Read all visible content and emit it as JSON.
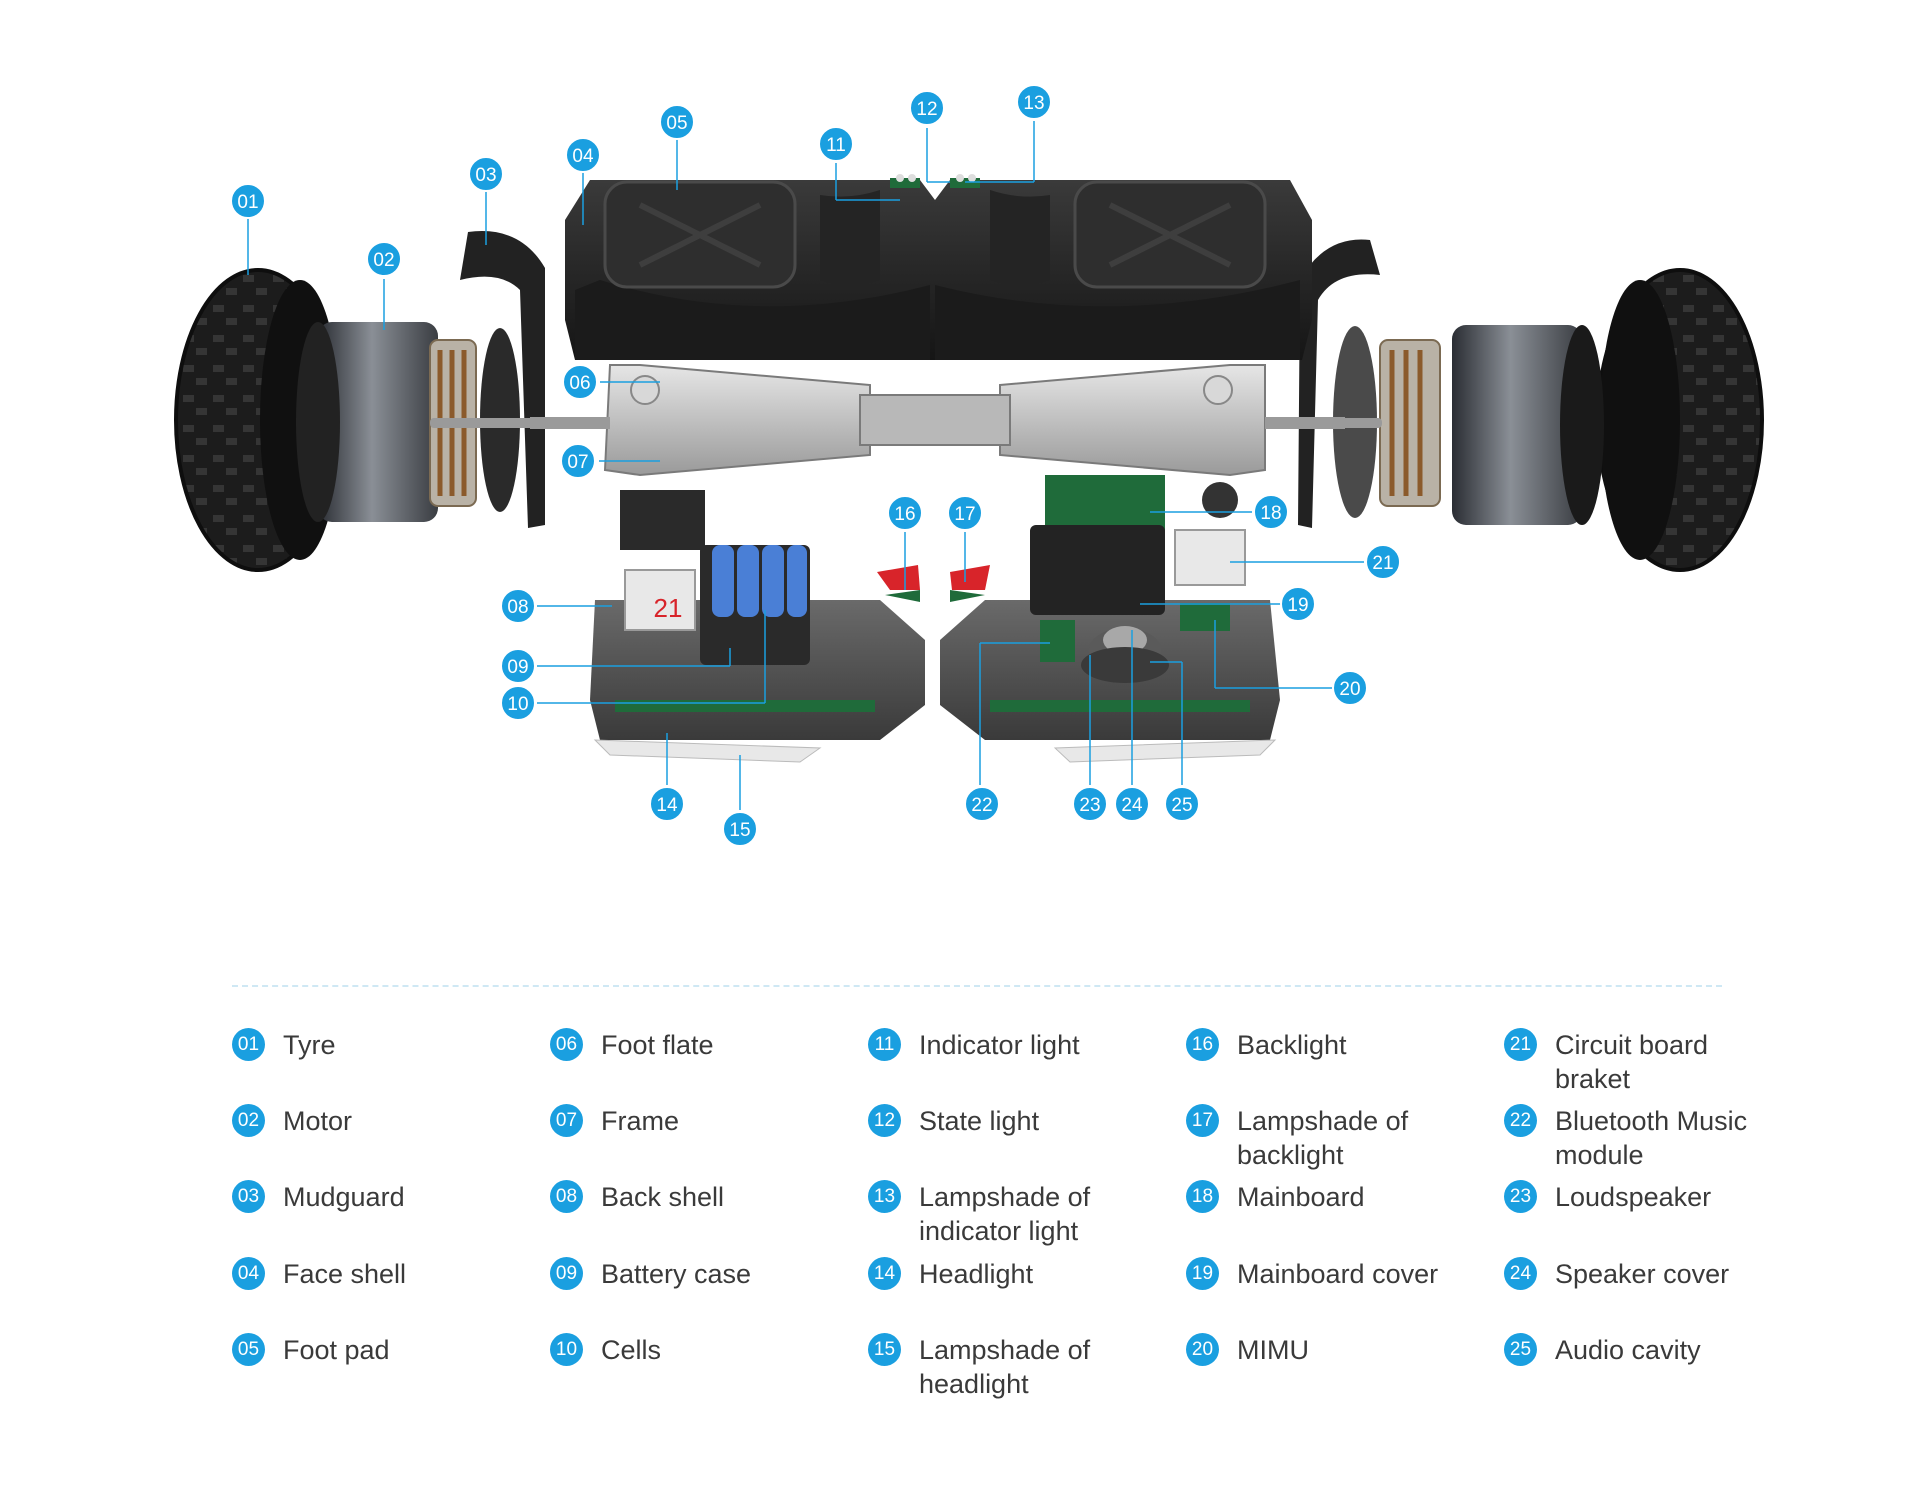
{
  "colors": {
    "accent": "#1a9fe0",
    "label_text": "#3a3a3a",
    "battery": "#4a7fd6",
    "backlight": "#d8242a",
    "pcb": "#1f6b3a",
    "shell": "#2a2a2a",
    "frame": "#c8c8c8"
  },
  "parts": [
    {
      "num": "01",
      "label": "Tyre"
    },
    {
      "num": "02",
      "label": "Motor"
    },
    {
      "num": "03",
      "label": "Mudguard"
    },
    {
      "num": "04",
      "label": "Face shell"
    },
    {
      "num": "05",
      "label": "Foot pad"
    },
    {
      "num": "06",
      "label": "Foot flate"
    },
    {
      "num": "07",
      "label": "Frame"
    },
    {
      "num": "08",
      "label": "Back shell"
    },
    {
      "num": "09",
      "label": "Battery case"
    },
    {
      "num": "10",
      "label": "Cells"
    },
    {
      "num": "11",
      "label": "Indicator light"
    },
    {
      "num": "12",
      "label": "State light"
    },
    {
      "num": "13",
      "label": "Lampshade of indicator light"
    },
    {
      "num": "14",
      "label": "Headlight"
    },
    {
      "num": "15",
      "label": "Lampshade of headlight"
    },
    {
      "num": "16",
      "label": "Backlight"
    },
    {
      "num": "17",
      "label": "Lampshade of backlight"
    },
    {
      "num": "18",
      "label": "Mainboard"
    },
    {
      "num": "19",
      "label": "Mainboard cover"
    },
    {
      "num": "20",
      "label": "MIMU"
    },
    {
      "num": "21",
      "label": "Circuit board braket"
    },
    {
      "num": "22",
      "label": "Bluetooth Music module"
    },
    {
      "num": "23",
      "label": "Loudspeaker"
    },
    {
      "num": "24",
      "label": "Speaker cover"
    },
    {
      "num": "25",
      "label": "Audio cavity"
    }
  ],
  "bracket_marking": "21"
}
